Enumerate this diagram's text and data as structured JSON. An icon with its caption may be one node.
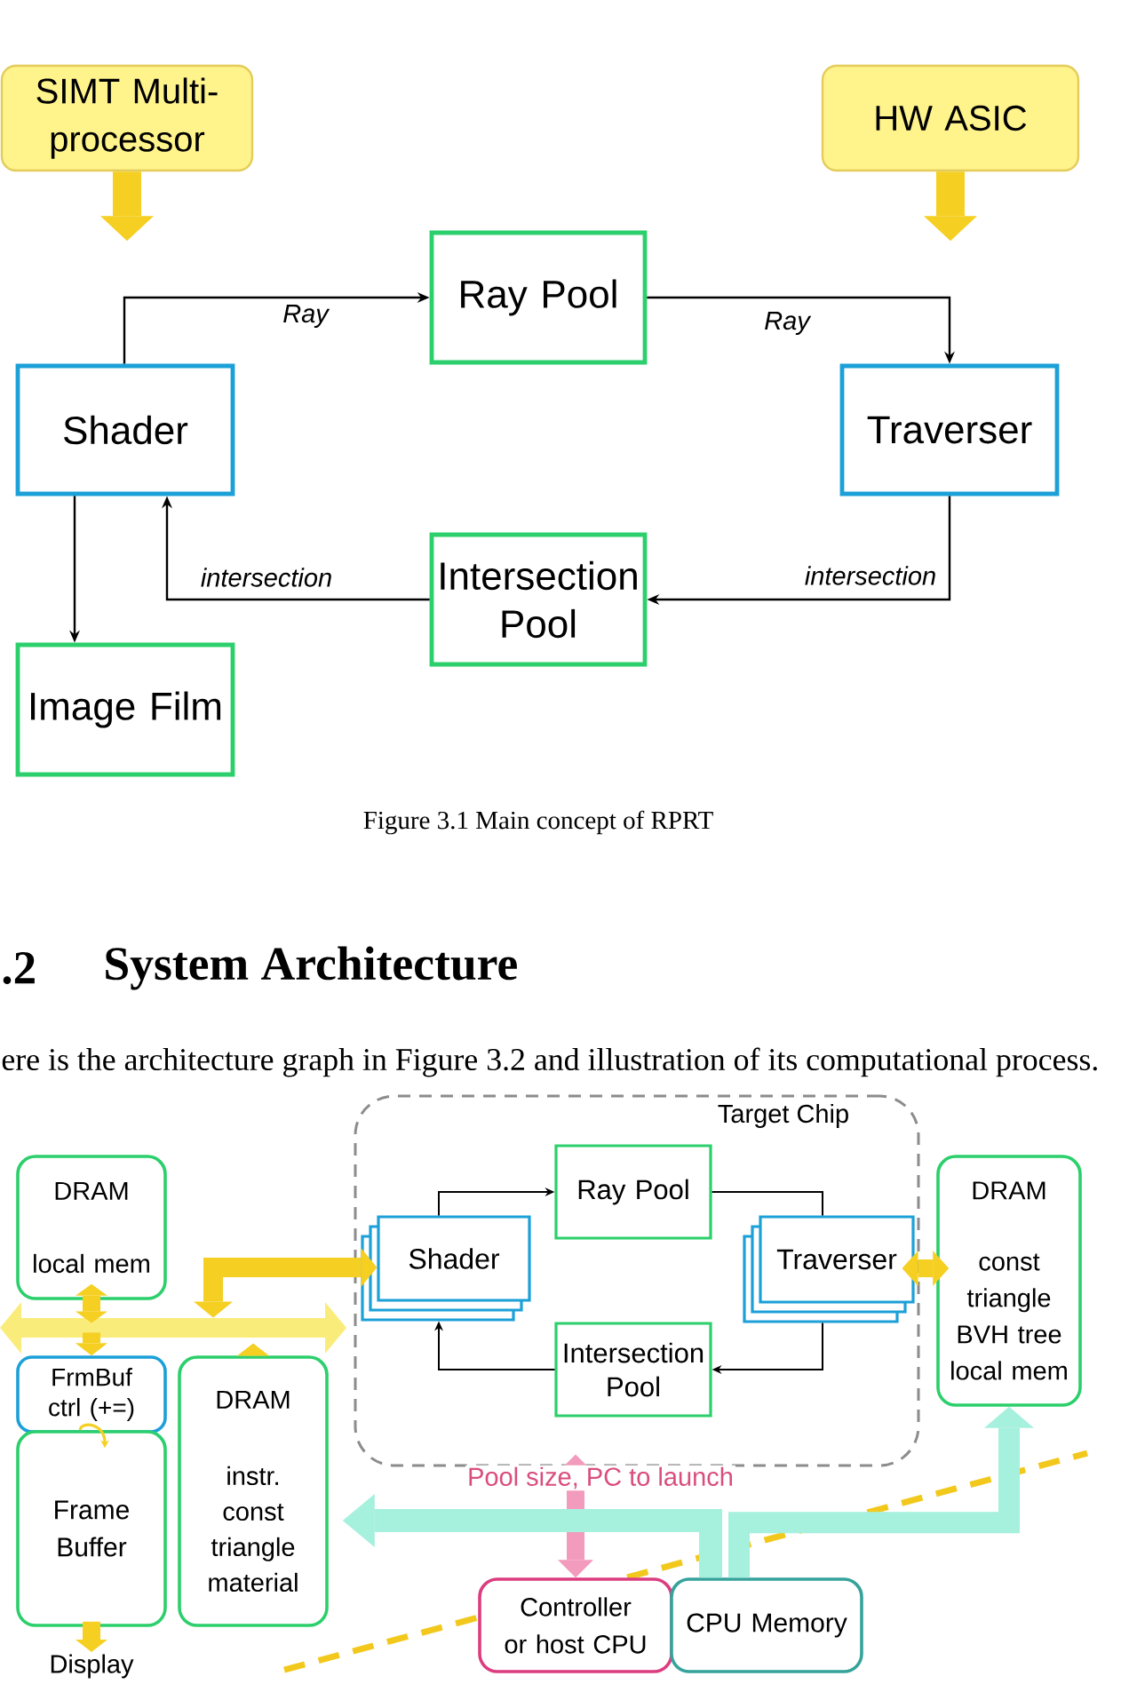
{
  "diagram": {
    "caption": "Figure 3.1 Main concept of RPRT",
    "nodes": [
      {
        "text": [
          "SIMT Multi- processor"
        ]
      },
      {
        "text": [
          "HW ASIC"
        ]
      },
      {
        "text": [
          "Ray Pool"
        ]
      },
      {
        "text": [
          "Shader"
        ]
      },
      {
        "text": [
          "Traverser"
        ]
      },
      {
        "text": [
          "Intersection Pool"
        ]
      },
      {
        "text": [
          "Image Film"
        ]
      },
      {
        "text": [
          "Target Chip"
        ]
      },
      {
        "text": [
          "Ray Pool"
        ],
        "in": 7
      },
      {
        "text": [
          "Shader"
        ],
        "in": 7
      },
      {
        "text": [
          "Traverser"
        ],
        "in": 7
      },
      {
        "text": [
          "Intersection Pool"
        ],
        "in": 7
      },
      {
        "text": [
          "DRAM",
          "local mem"
        ]
      },
      {
        "text": [
          "DRAM",
          "const triangle BVH tree local mem"
        ]
      },
      {
        "text": [],
        "shape": "arrow"
      },
      {
        "text": [
          "FrmBuf ctrl (+=)"
        ]
      },
      {
        "text": [
          "DRAM",
          "instr. const triangle material"
        ]
      },
      {
        "text": [
          "Frame Buffer"
        ]
      },
      {
        "text": [
          "Controller or host CPU"
        ]
      },
      {
        "text": [
          "CPU Memory"
        ]
      },
      {
        "text": [
          "Display"
        ]
      }
    ],
    "edges": [
      {
        "from": 0,
        "to": null,
        "arrow": "to",
        "color": "#f5cf22"
      },
      {
        "from": 1,
        "to": null,
        "arrow": "to",
        "color": "#f5cf22"
      },
      {
        "from": 3,
        "to": 2,
        "arrow": "to",
        "label": "Ray",
        "color": "#000000"
      },
      {
        "from": 2,
        "to": 4,
        "arrow": "to",
        "label": "Ray",
        "color": "#000000"
      },
      {
        "from": 4,
        "to": 5,
        "arrow": "to",
        "label": "intersection",
        "color": "#000000"
      },
      {
        "from": 5,
        "to": 3,
        "arrow": "to",
        "label": "intersection",
        "color": "#000000"
      },
      {
        "from": 3,
        "to": 6,
        "arrow": "to",
        "color": "#000000"
      },
      {
        "from": 9,
        "to": 8,
        "arrow": "to",
        "color": "#000000"
      },
      {
        "from": 8,
        "to": 10,
        "arrow": "none",
        "color": "#000000"
      },
      {
        "from": 10,
        "to": 11,
        "arrow": "to",
        "color": "#000000"
      },
      {
        "from": 11,
        "to": 9,
        "arrow": "to",
        "color": "#000000"
      },
      {
        "from": 12,
        "to": 14,
        "arrow": "both",
        "color": "#f5cf22"
      },
      {
        "from": 14,
        "to": 15,
        "arrow": "to",
        "color": "#f5cf22"
      },
      {
        "from": 16,
        "to": 14,
        "arrow": "to",
        "color": "#f5cf22"
      },
      {
        "from": 14,
        "to": 9,
        "arrow": "both",
        "color": "#f5cf22"
      },
      {
        "from": 15,
        "to": 17,
        "arrow": "to",
        "color": "#f5cf22"
      },
      {
        "from": 17,
        "to": 20,
        "arrow": "to",
        "color": "#f5cf22"
      },
      {
        "from": 10,
        "to": 13,
        "arrow": "both",
        "color": "#f5cf22"
      },
      {
        "from": 18,
        "to": 7,
        "arrow": "both",
        "label": "Pool size, PC to launch",
        "color": "#f29bbd"
      },
      {
        "from": 19,
        "to": 16,
        "arrow": "to",
        "color": "#a6f0de"
      },
      {
        "from": 19,
        "to": 13,
        "arrow": "to",
        "color": "#a6f0de"
      }
    ],
    "labels": [
      ".2",
      "System Architecture",
      "ere is the architecture graph in Figure 3.2 and illustration of its computational process."
    ]
  }
}
